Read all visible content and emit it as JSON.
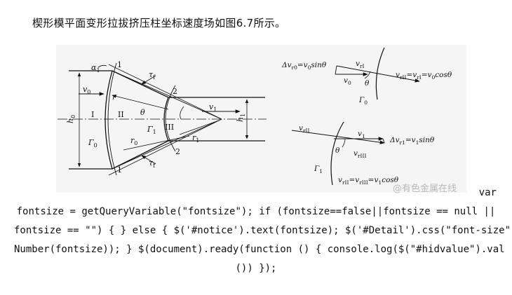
{
  "heading": "楔形模平面变形拉拔挤压柱坐标速度场如图6.7所示。",
  "figure": {
    "left": {
      "labels": {
        "alpha": "α",
        "alpha_sub": "1",
        "v0": "v",
        "v0_sub": "0",
        "h0": "h",
        "h0_sub": "0",
        "region1": "I",
        "region2": "II",
        "region3": "III",
        "gamma0": "Γ",
        "gamma0_sub": "0",
        "gamma1": "Γ",
        "gamma1_sub": "1",
        "r": "r",
        "r0": "r",
        "r0_sub": "0",
        "r1": "r",
        "r1_sub": "1",
        "theta": "θ",
        "tau_top": "τ",
        "tau_top_sub": "f",
        "tau_bottom": "τ",
        "tau_bottom_sub": "f",
        "v1": "v",
        "v1_sub": "1",
        "h1": "h",
        "h1_sub": "1",
        "one_top": "1",
        "one_bottom": "1",
        "two_top": "2",
        "two_bottom": "2"
      }
    },
    "right_top": {
      "dv_label": "Δv",
      "dv_sub": "r0",
      "dv_eq": "=v",
      "dv_eq_sub": "0",
      "dv_tail": "sinθ",
      "vr1": "v",
      "vr1_sub": "rI",
      "v0": "v",
      "v0_sub": "0",
      "theta": "θ",
      "gamma0": "Γ",
      "gamma0_sub": "0",
      "eq_lhs": "v",
      "eq_lhs_sub": "rII",
      "eq_mid": "=v",
      "eq_mid_sub": "rI",
      "eq_rhs": "=v",
      "eq_rhs_sub": "0",
      "eq_tail": "cosθ"
    },
    "right_bottom": {
      "vr2": "v",
      "vr2_sub": "rII",
      "v1": "v",
      "v1_sub": "1",
      "dv_label": "Δv",
      "dv_sub": "r1",
      "dv_eq": "=v",
      "dv_eq_sub": "1",
      "dv_tail": "sinθ",
      "theta": "θ",
      "vr3": "v",
      "vr3_sub": "rIII",
      "gamma1": "Γ",
      "gamma1_sub": "1",
      "eq_lhs": "v",
      "eq_lhs_sub": "rII",
      "eq_mid": "=v",
      "eq_mid_sub": "rIII",
      "eq_rhs": "=v",
      "eq_rhs_sub": "1",
      "eq_tail": "cosθ"
    }
  },
  "watermark": "@有色金属在线",
  "code": [
    "var",
    "fontsize = getQueryVariable(\"fontsize\"); if (fontsize==false||fontsize == null ||",
    "fontsize == \"\") { } else { $('#notice').text(fontsize); $('#Detail').css(\"font-size\",",
    "Number(fontsize)); } $(document).ready(function () { console.log($(\"#hidvalue\").val",
    "()) });"
  ]
}
